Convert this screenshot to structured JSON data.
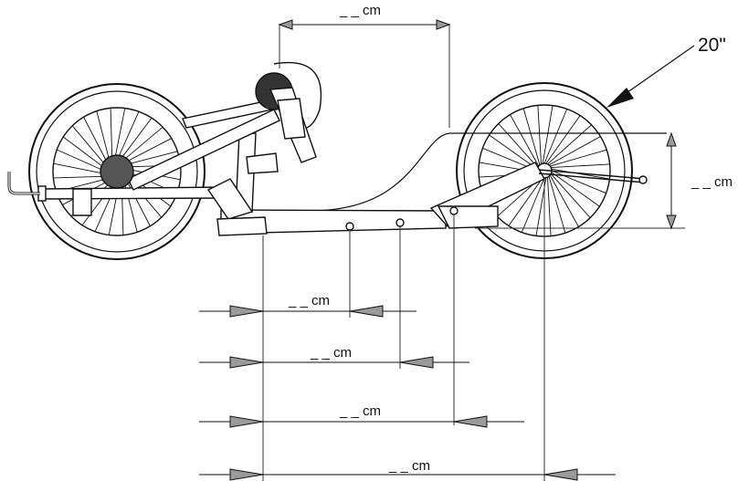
{
  "wheel_size_label": "20\"",
  "top_dimension": {
    "text": "_ _ cm"
  },
  "height_dimension": {
    "text": "_ _ cm"
  },
  "bottom_dimensions": [
    {
      "text": "_ _ cm"
    },
    {
      "text": "_ _ cm"
    },
    {
      "text": "_ _ cm"
    },
    {
      "text": "_ _ cm"
    }
  ],
  "colors": {
    "line": "#111111",
    "arrow": "#9a9a9a",
    "background": "#ffffff"
  }
}
